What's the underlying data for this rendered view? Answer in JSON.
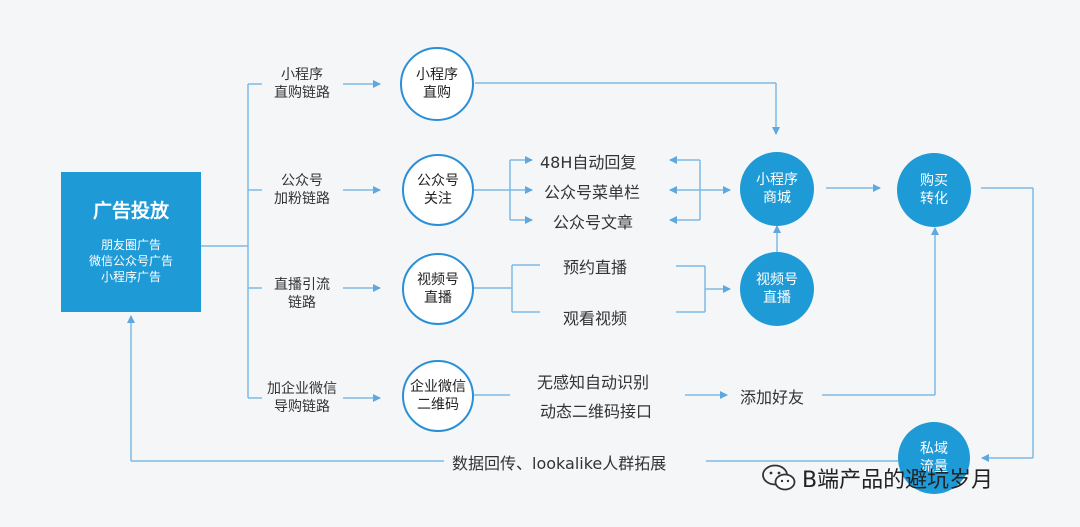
{
  "ad_box": {
    "title": "广告投放",
    "lines": [
      "朋友圈广告",
      "微信公众号广告",
      "小程序广告"
    ]
  },
  "channels": [
    {
      "label": [
        "小程序",
        "直购链路"
      ],
      "node": [
        "小程序",
        "直购"
      ]
    },
    {
      "label": [
        "公众号",
        "加粉链路"
      ],
      "node": [
        "公众号",
        "关注"
      ]
    },
    {
      "label": [
        "直播引流",
        "链路"
      ],
      "node": [
        "视频号",
        "直播"
      ]
    },
    {
      "label": [
        "加企业微信",
        "导购链路"
      ],
      "node": [
        "企业微信",
        "二维码"
      ]
    }
  ],
  "official_account_items": [
    "48H自动回复",
    "公众号菜单栏",
    "公众号文章"
  ],
  "live_items": [
    "预约直播",
    "观看视频"
  ],
  "wecom_items": [
    "无感知自动识别",
    "动态二维码接口"
  ],
  "add_friend": "添加好友",
  "hubs": {
    "mini_mall": [
      "小程序",
      "商城"
    ],
    "channels_live": [
      "视频号",
      "直播"
    ],
    "purchase": [
      "购买",
      "转化"
    ],
    "private_traffic": [
      "私域",
      "流量"
    ]
  },
  "feedback": "数据回传、lookalike人群拓展",
  "watermark": "B端产品的避坑岁月",
  "colors": {
    "accent": "#1e9ad6",
    "line": "#7fb9e4",
    "background": "#f4f6f8"
  }
}
